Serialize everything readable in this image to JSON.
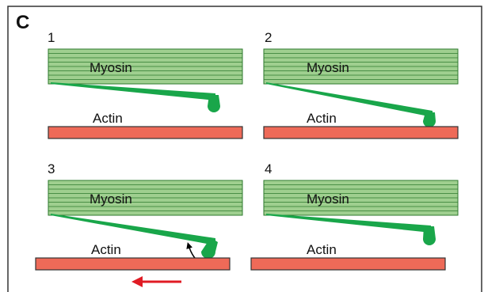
{
  "panel_label": "C",
  "colors": {
    "myosin_fill": "#9fcf8f",
    "myosin_line": "#2e7a2e",
    "head_green": "#19a64a",
    "actin_fill": "#ee6a58",
    "arrow_red": "#e01b24",
    "frame": "#333333"
  },
  "steps": [
    {
      "number": "1",
      "myosin_label": "Myosin",
      "actin_label": "Actin"
    },
    {
      "number": "2",
      "myosin_label": "Myosin",
      "actin_label": "Actin"
    },
    {
      "number": "3",
      "myosin_label": "Myosin",
      "actin_label": "Actin"
    },
    {
      "number": "4",
      "myosin_label": "Myosin",
      "actin_label": "Actin"
    }
  ],
  "icons": {
    "power_stroke": "curved-arrow-icon",
    "actin_movement": "left-arrow-icon"
  }
}
